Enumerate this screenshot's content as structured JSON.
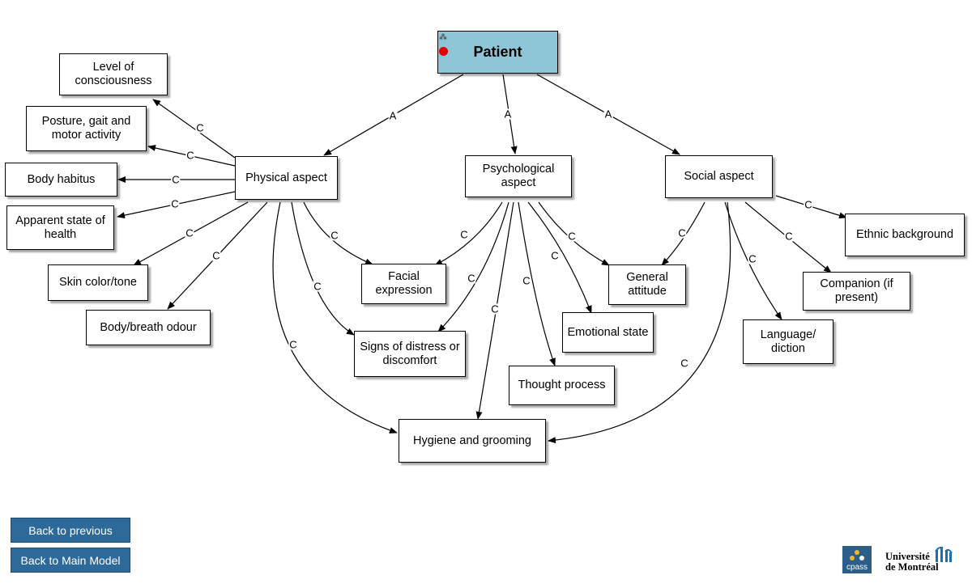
{
  "root": {
    "label": "Patient",
    "color": "#8ec6d8"
  },
  "nodes": {
    "physical": "Physical aspect",
    "psychological": "Psychological aspect",
    "social": "Social aspect",
    "level_consciousness": "Level of consciousness",
    "posture": "Posture, gait and motor activity",
    "body_habitus": "Body habitus",
    "apparent_state": "Apparent state of health",
    "skin_color": "Skin color/tone",
    "body_odour": "Body/breath odour",
    "facial_expression": "Facial expression",
    "signs_distress": "Signs of distress or discomfort",
    "hygiene": "Hygiene and grooming",
    "thought_process": "Thought process",
    "emotional_state": "Emotional state",
    "general_attitude": "General attitude",
    "language": "Language/ diction",
    "companion": "Companion (if present)",
    "ethnic": "Ethnic background"
  },
  "edge_labels": {
    "A": "A",
    "C": "C"
  },
  "nav": {
    "back_previous": "Back to previous",
    "back_main": "Back to Main Model"
  },
  "logos": {
    "cpass": "cpass",
    "um_line1": "Université",
    "um_line2": "de Montréal",
    "cpass_color": "#2b5f8a"
  }
}
